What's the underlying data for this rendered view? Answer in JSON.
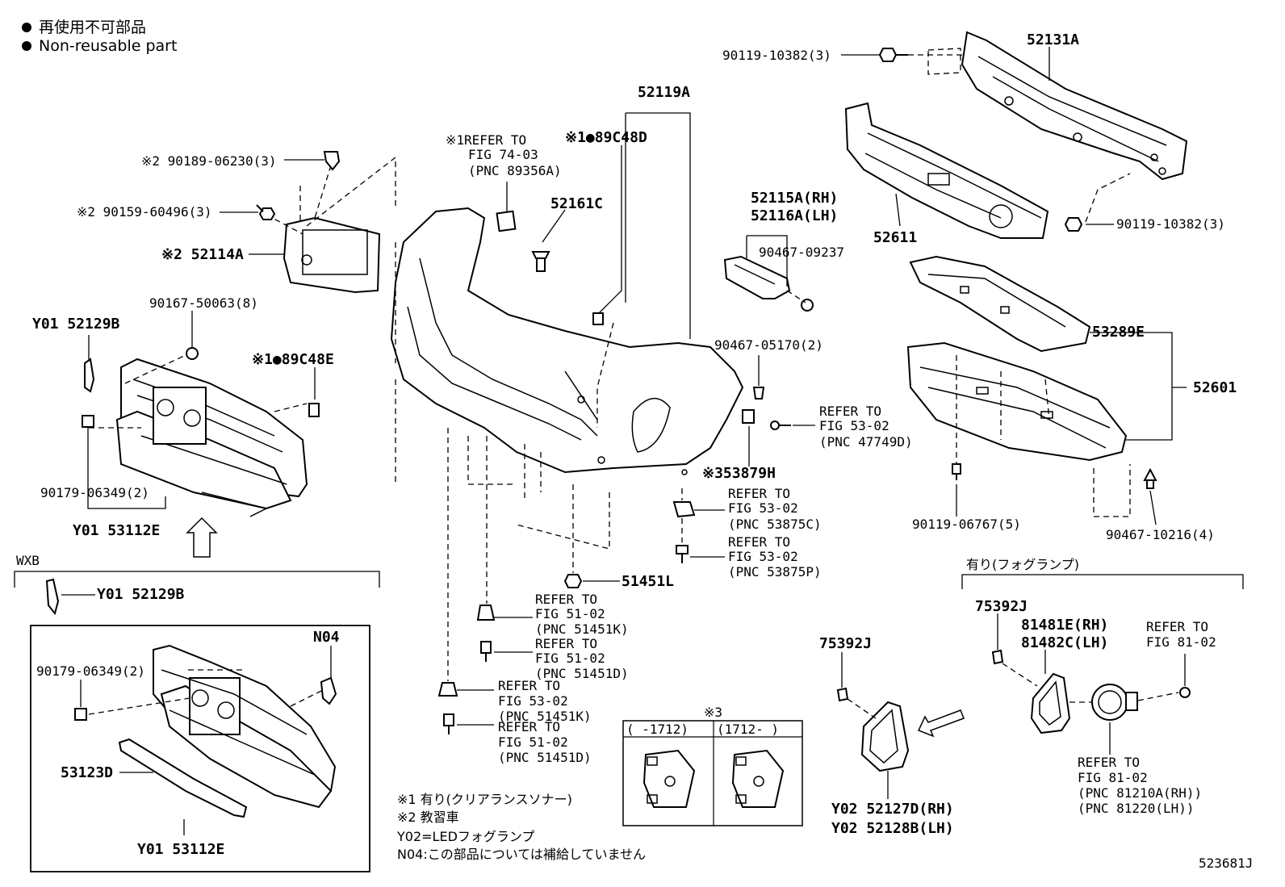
{
  "legend": {
    "line1": "再使用不可部品",
    "line2": "Non-reusable part"
  },
  "labels": {
    "p90119_top": "90119-10382(3)",
    "p52131A": "52131A",
    "p52119A": "52119A",
    "ref1_l1": "※1REFER TO",
    "ref1_l2": "FIG 74-03",
    "ref1_l3": "(PNC 89356A)",
    "p89C48D": "※1●89C48D",
    "p52161C": "52161C",
    "p90189": "※2 90189-06230(3)",
    "p90159": "※2 90159-60496(3)",
    "p52114A": "※2 52114A",
    "p90167": "90167-50063(8)",
    "p52129B_top": "Y01 52129B",
    "p89C48E": "※1●89C48E",
    "p90179_top": "90179-06349(2)",
    "p53112E_top": "Y01 53112E",
    "p52115A": "52115A(RH)",
    "p52116A": "52116A(LH)",
    "p90467_09237": "90467-09237",
    "p52611": "52611",
    "p90119_right": "90119-10382(3)",
    "p53289E": "53289E",
    "p52601": "52601",
    "p90467_05170": "90467-05170(2)",
    "ref_5302_a1": "REFER TO",
    "ref_5302_a2": "FIG 53-02",
    "ref_5302_a3": "(PNC 47749D)",
    "p53879H": "※353879H",
    "ref_c1": "REFER TO",
    "ref_c2": "FIG 53-02",
    "ref_c3": "(PNC 53875C)",
    "ref_p1": "REFER TO",
    "ref_p2": "FIG 53-02",
    "ref_p3": "(PNC 53875P)",
    "p90119_06767": "90119-06767(5)",
    "p90467_10216": "90467-10216(4)",
    "p51451L": "51451L",
    "ref_k1": "REFER TO",
    "ref_k2": "FIG 51-02",
    "ref_k3": "(PNC 51451K)",
    "ref_d1": "REFER TO",
    "ref_d2": "FIG 51-02",
    "ref_d3": "(PNC 51451D)",
    "ref_k531": "REFER TO",
    "ref_k532": "FIG 53-02",
    "ref_k533": "(PNC 51451K)",
    "ref_d511": "REFER TO",
    "ref_d512": "FIG 51-02",
    "ref_d513": "(PNC 51451D)",
    "wxb": "WXB",
    "p52129B_wxb": "Y01 52129B",
    "n04": "N04",
    "p90179_wxb": "90179-06349(2)",
    "p53123D": "53123D",
    "p53112E_wxb": "Y01 53112E",
    "fog_header": "有り(フォグランプ)",
    "p75392J_a": "75392J",
    "p75392J_b": "75392J",
    "p81481E": "81481E(RH)",
    "p81482C": "81482C(LH)",
    "ref_81_1": "REFER TO",
    "ref_81_2": "FIG 81-02",
    "ref_81b_1": "REFER TO",
    "ref_81b_2": "FIG 81-02",
    "ref_81b_3": "(PNC 81210A(RH))",
    "ref_81b_4": "(PNC 81220(LH))",
    "p52127D": "Y02 52127D(RH)",
    "p52128B": "Y02 52128B(LH)",
    "inset_mark": "※3",
    "inset_col1": "(      -1712)",
    "inset_col2": "(1712-      )"
  },
  "notes": {
    "n1": "※1 有り(クリアランスソナー)",
    "n2": "※2 教習車",
    "n3": "Y02=LEDフォグランプ",
    "n4": "N04:この部品については補給していません"
  },
  "figure_id": "523681J"
}
